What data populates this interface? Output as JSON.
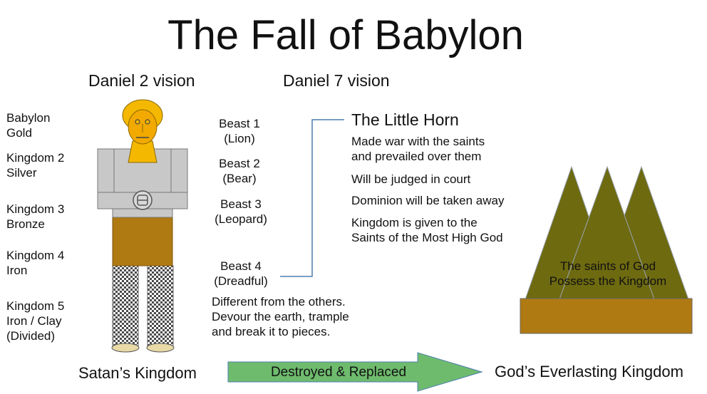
{
  "title": "The Fall of Babylon",
  "headings": {
    "daniel2": "Daniel 2 vision",
    "daniel7": "Daniel 7 vision"
  },
  "kingdoms": [
    {
      "label": "Babylon\nGold"
    },
    {
      "label": "Kingdom 2\nSilver"
    },
    {
      "label": "Kingdom 3\nBronze"
    },
    {
      "label": "Kingdom 4\nIron"
    },
    {
      "label": "Kingdom 5\nIron / Clay\n(Divided)"
    }
  ],
  "beasts": [
    {
      "label": "Beast 1\n(Lion)"
    },
    {
      "label": "Beast 2\n(Bear)"
    },
    {
      "label": "Beast 3\n(Leopard)"
    },
    {
      "label": "Beast 4\n(Dreadful)"
    }
  ],
  "beast4_description": "Different from the others.\nDevour the earth, trample\nand break it to pieces.",
  "little_horn": {
    "title": "The Little Horn",
    "items": [
      "Made war with the saints\nand prevailed over them",
      "Will be judged in court",
      "Dominion will be taken away",
      "Kingdom is given to the\nSaints of the Most High God"
    ]
  },
  "mountain_text": "The saints of God\nPossess the Kingdom",
  "bottom": {
    "left": "Satan’s Kingdom",
    "arrow": "Destroyed & Replaced",
    "right": "God’s Everlasting Kingdom"
  },
  "colors": {
    "gold": "#f5b800",
    "silver": "#c8c8c8",
    "bronze": "#b07a13",
    "mountain": "#6e6a10",
    "mountain_base": "#b07a13",
    "arrow": "#6ebb6e",
    "connector": "#4f7fb0"
  }
}
